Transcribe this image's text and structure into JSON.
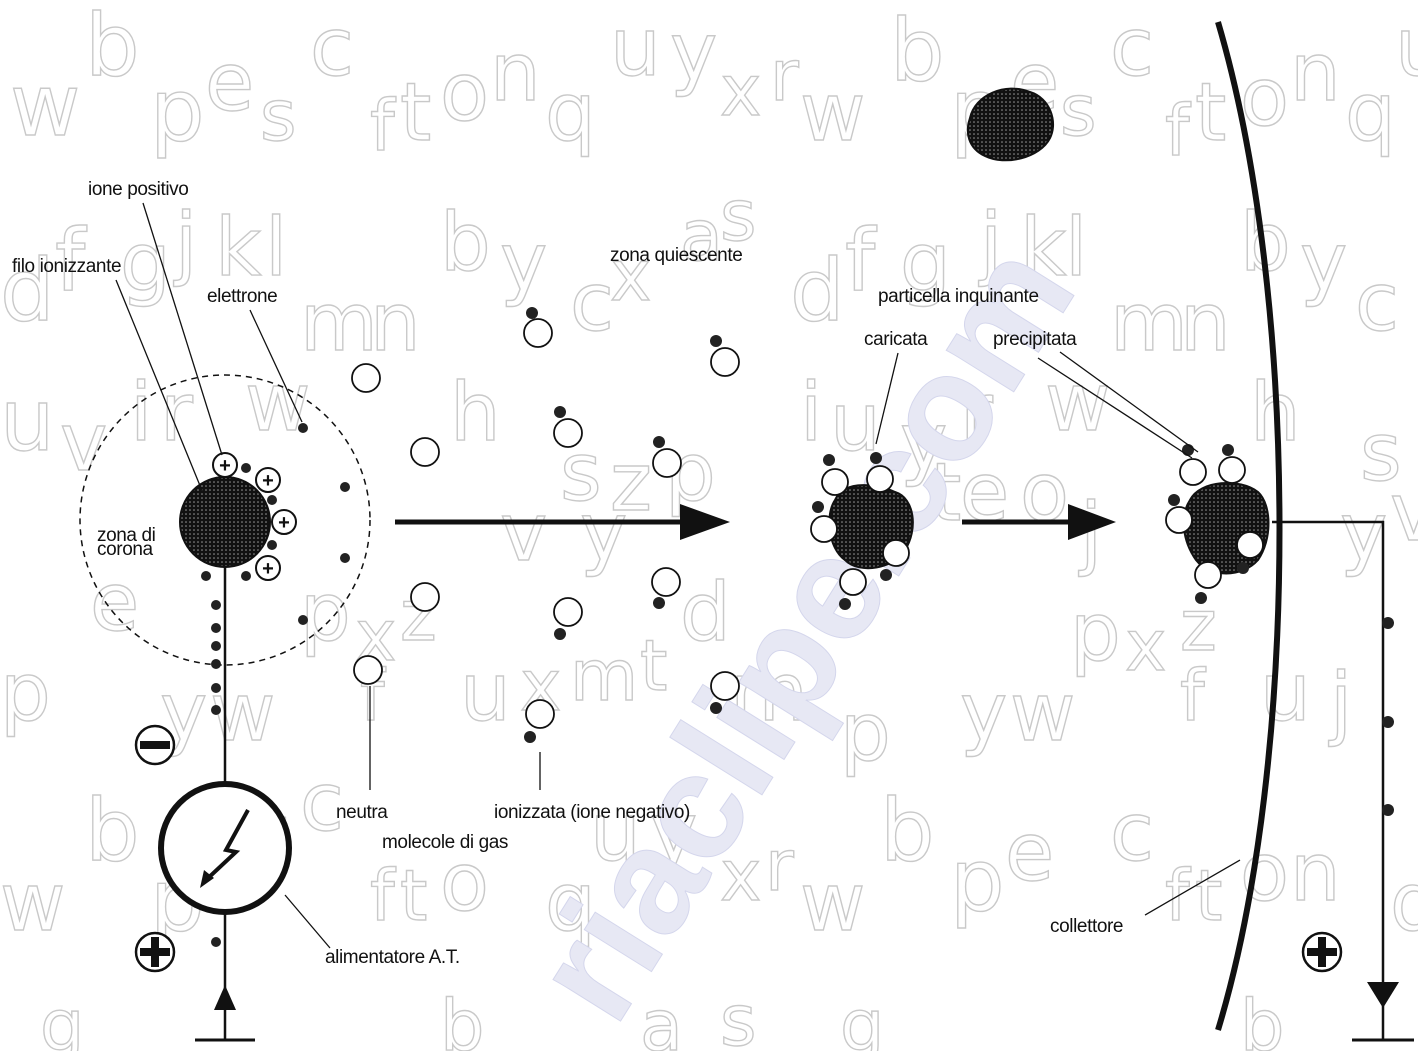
{
  "labels": {
    "ione_positivo": "ione positivo",
    "filo_ionizzante": "filo ionizzante",
    "elettrone": "elettrone",
    "zona_di": "zona di",
    "corona": "corona",
    "zona_quiescente": "zona quiescente",
    "particella_inquinante": "particella inquinante",
    "caricata": "caricata",
    "precipitata": "precipitata",
    "neutra": "neutra",
    "molecole_di_gas": "molecole di gas",
    "ionizzata": "ionizzata (ione negativo)",
    "alimentatore": "alimentatore A.T.",
    "collettore": "collettore"
  },
  "symbols": {
    "plus": "+",
    "minus": "−"
  },
  "watermark": {
    "letters_row1": [
      "b",
      "p",
      "e",
      "s",
      "c",
      "f",
      "t",
      "o",
      "n",
      "q",
      "u",
      "y",
      "x",
      "r",
      "w"
    ],
    "letters_row2": [
      "d",
      "f",
      "g",
      "j",
      "k",
      "l",
      "m",
      "n",
      "b",
      "y",
      "c",
      "x",
      "a",
      "s"
    ],
    "letters_row3": [
      "u",
      "i",
      "v",
      "r",
      "h",
      "s",
      "z",
      "p",
      "t",
      "e",
      "o",
      "j",
      "w"
    ],
    "site": "riaclipe.com"
  },
  "colors": {
    "ink": "#111111",
    "dot_fill": "#222222",
    "watermark_outline": "#c9c9c9",
    "watermark_color": "#d4d6ec"
  }
}
